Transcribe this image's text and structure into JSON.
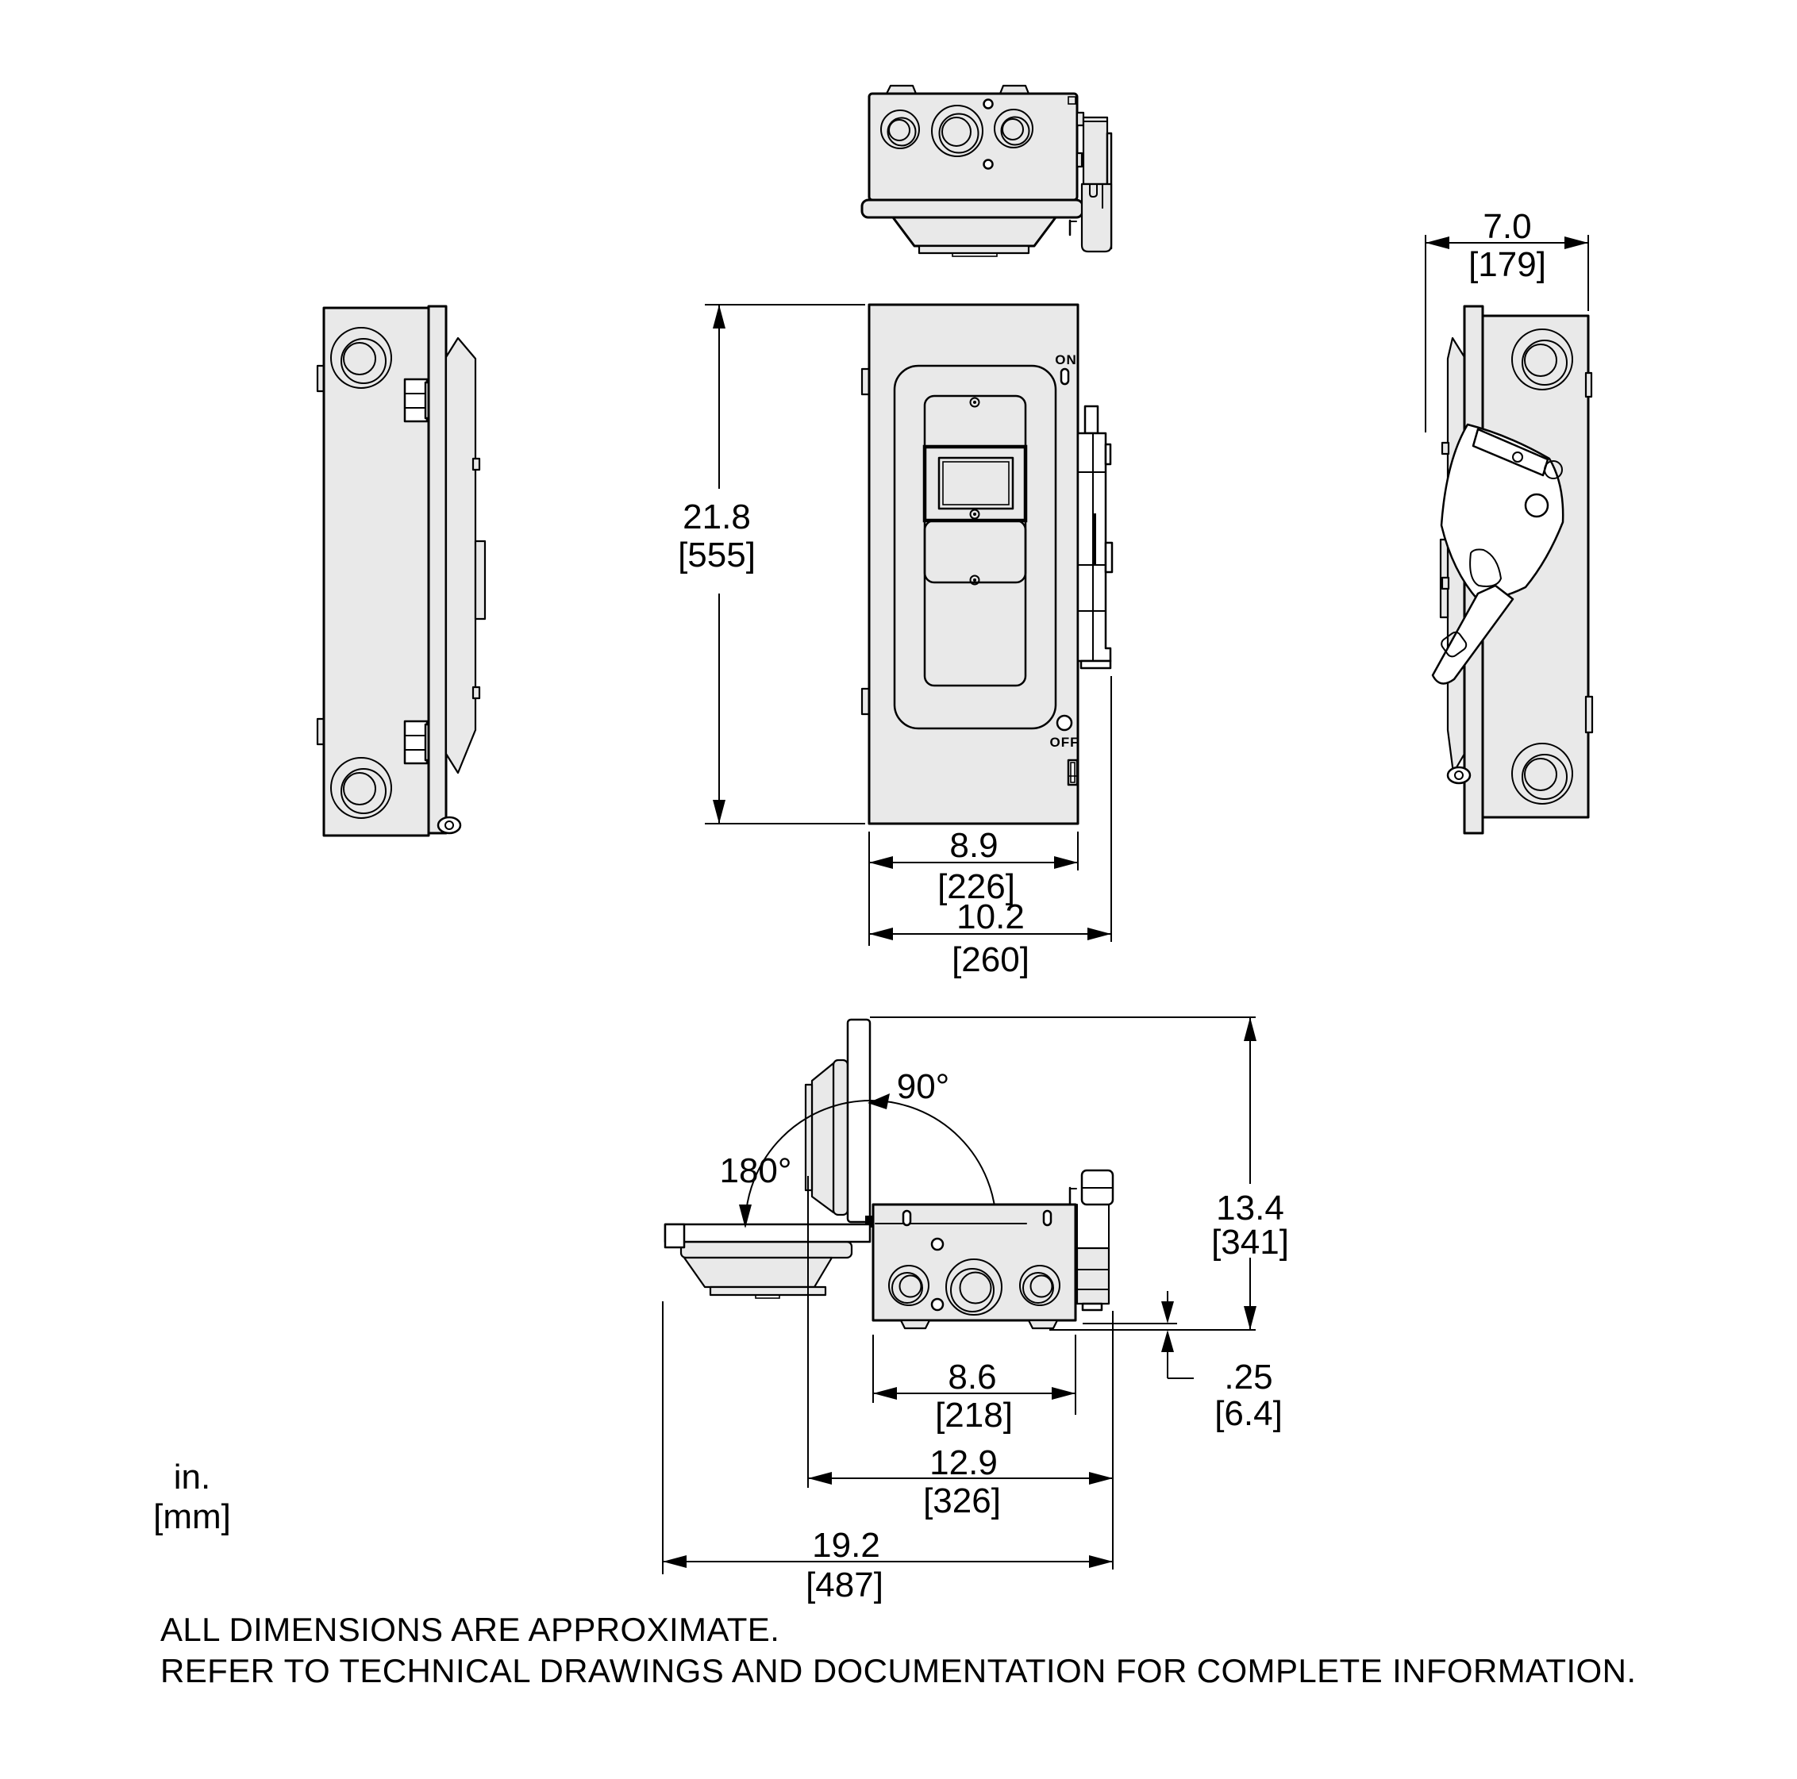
{
  "drawing": {
    "units_legend": {
      "primary": "in.",
      "secondary": "[mm]"
    },
    "notes": {
      "line1": "ALL DIMENSIONS ARE APPROXIMATE.",
      "line2": "REFER TO TECHNICAL DRAWINGS AND DOCUMENTATION FOR COMPLETE INFORMATION."
    },
    "indicators": {
      "on": "ON",
      "off": "OFF"
    },
    "angles": {
      "open_90": "90°",
      "open_180": "180°"
    },
    "dimensions": {
      "height": {
        "in": "21.8",
        "mm": "[555]"
      },
      "width_box": {
        "in": "8.9",
        "mm": "[226]"
      },
      "width_total": {
        "in": "10.2",
        "mm": "[260]"
      },
      "depth_total": {
        "in": "7.0",
        "mm": "[179]"
      },
      "door_open_height": {
        "in": "13.4",
        "mm": "[341]"
      },
      "standoff": {
        "in": ".25",
        "mm": "[6.4]"
      },
      "base_width": {
        "in": "8.6",
        "mm": "[218]"
      },
      "door_open_width": {
        "in": "12.9",
        "mm": "[326]"
      },
      "door_open_total": {
        "in": "19.2",
        "mm": "[487]"
      }
    },
    "colors": {
      "line": "#000000",
      "fill_gray": "#e9e9e9",
      "background": "#ffffff"
    }
  }
}
